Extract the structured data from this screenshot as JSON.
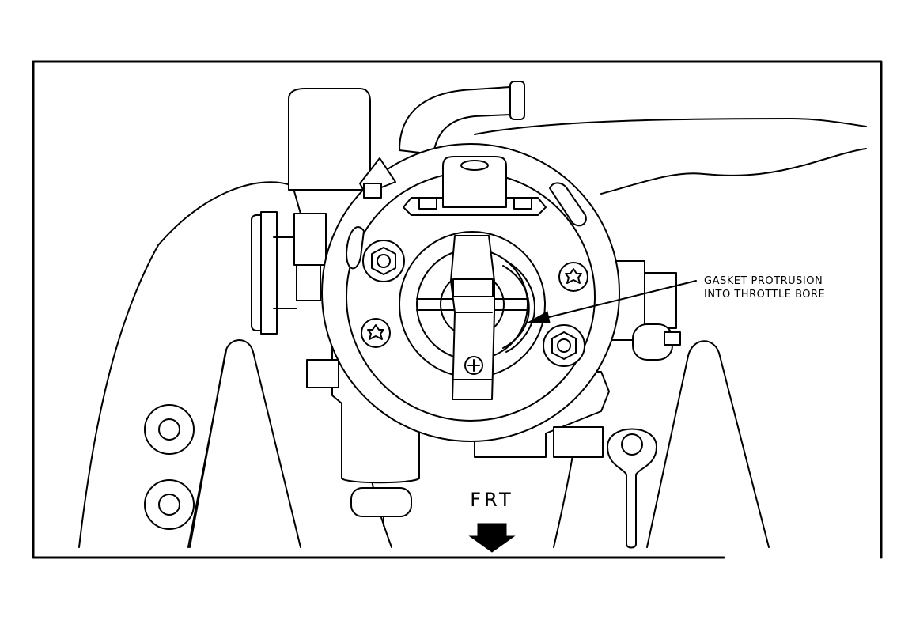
{
  "figure": {
    "callout": {
      "line1": "GASKET PROTRUSION",
      "line2": "INTO THROTTLE BORE"
    },
    "direction_label": "FRT",
    "direction_icon": "down-arrow-icon",
    "line_color": "#000000",
    "background_color": "#ffffff"
  }
}
